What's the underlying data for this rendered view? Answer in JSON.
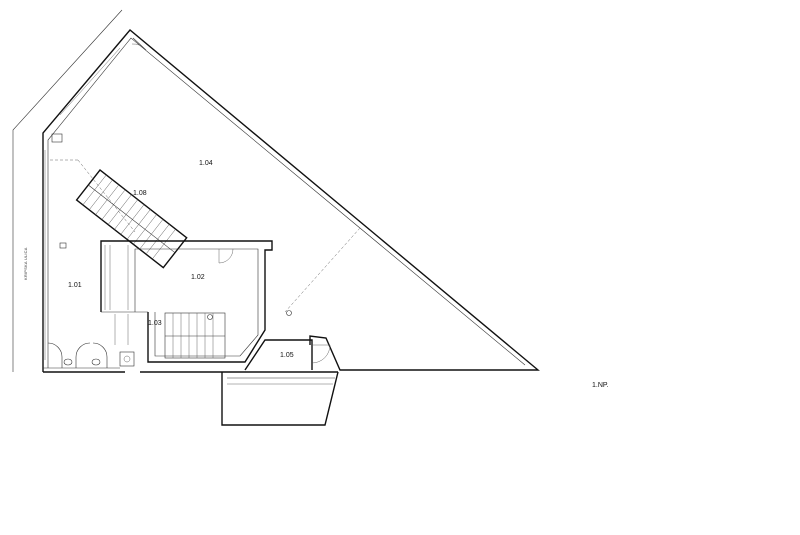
{
  "rooms": {
    "r101": "1.01",
    "r102": "1.02",
    "r103": "1.03",
    "r104": "1.04",
    "r105": "1.05",
    "r108": "1.08"
  },
  "street_name": "KRIPSKA ULICA",
  "floor_label": "1.NP."
}
